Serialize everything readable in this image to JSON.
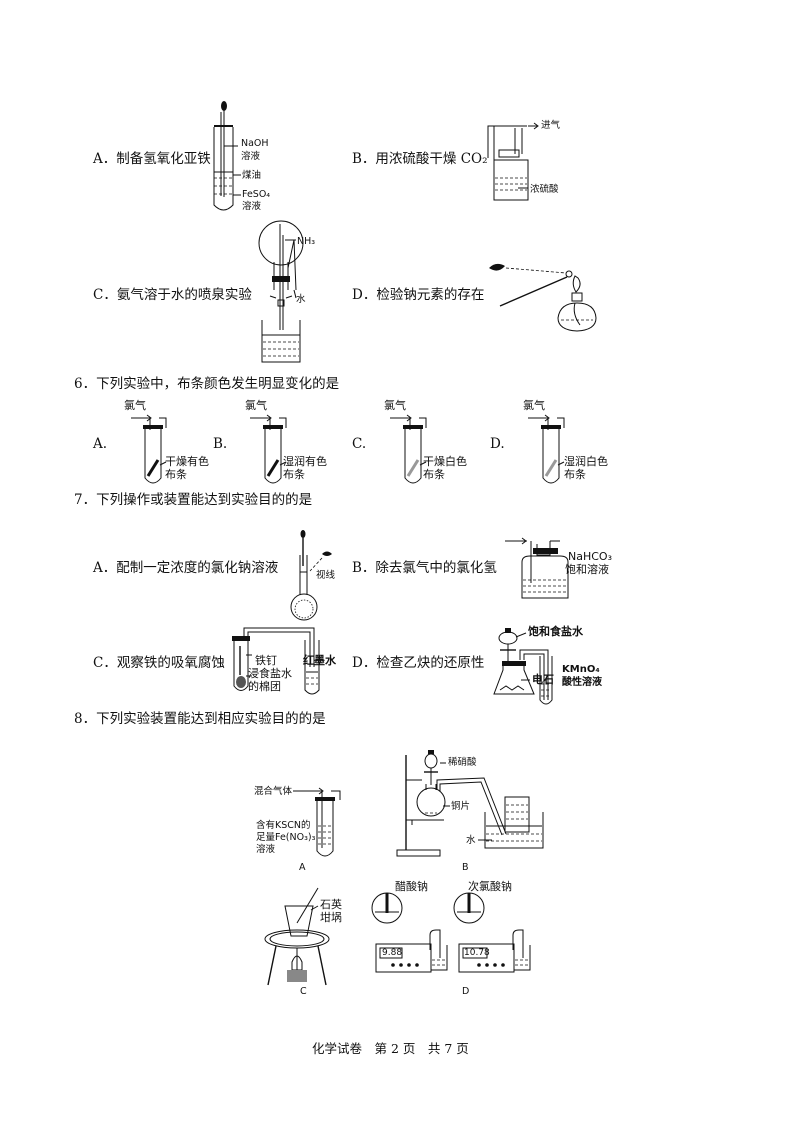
{
  "q5": {
    "A": {
      "text": "A．制备氢氧化亚铁",
      "lab1": "NaOH",
      "lab2": "溶液",
      "lab3": "煤油",
      "lab4": "FeSO₄",
      "lab5": "溶液"
    },
    "B": {
      "text": "B．用浓硫酸干燥 CO₂",
      "lab1": "进气",
      "lab2": "浓硫酸"
    },
    "C": {
      "text": "C．氨气溶于水的喷泉实验",
      "lab1": "NH₃",
      "lab2": "水"
    },
    "D": {
      "text": "D．检验钠元素的存在"
    }
  },
  "q6": {
    "stem": "6．下列实验中，布条颜色发生明显变化的是",
    "options": [
      {
        "letter": "A.",
        "gas": "氯气",
        "l1": "干燥有色",
        "l2": "布条"
      },
      {
        "letter": "B.",
        "gas": "氯气",
        "l1": "湿润有色",
        "l2": "布条"
      },
      {
        "letter": "C.",
        "gas": "氯气",
        "l1": "干燥白色",
        "l2": "布条"
      },
      {
        "letter": "D.",
        "gas": "氯气",
        "l1": "湿润白色",
        "l2": "布条"
      }
    ]
  },
  "q7": {
    "stem": "7．下列操作或装置能达到实验目的的是",
    "A": {
      "text": "A．配制一定浓度的氯化钠溶液",
      "lab1": "视线"
    },
    "B": {
      "text": "B．除去氯气中的氯化氢",
      "lab1": "NaHCO₃",
      "lab2": "饱和溶液"
    },
    "C": {
      "text": "C．观察铁的吸氧腐蚀",
      "lab1": "铁钉",
      "lab2": "浸食盐水",
      "lab3": "的棉团",
      "lab4": "红墨水"
    },
    "D": {
      "text": "D．检查乙炔的还原性",
      "lab1": "饱和食盐水",
      "lab2": "电石",
      "lab3": "KMnO₄",
      "lab4": "酸性溶液"
    }
  },
  "q8": {
    "stem": "8．下列实验装置能达到相应实验目的的是",
    "A": {
      "cap": "A",
      "lab1": "混合气体",
      "lab2": "含有KSCN的",
      "lab3": "足量Fe(NO₃)₃",
      "lab4": "溶液"
    },
    "B": {
      "cap": "B",
      "lab1": "稀硝酸",
      "lab2": "铜片",
      "lab3": "水"
    },
    "C": {
      "cap": "C",
      "lab1": "石英",
      "lab2": "坩埚"
    },
    "D": {
      "cap": "D",
      "lab1": "醋酸钠",
      "lab2": "次氯酸钠",
      "val1": "9.88",
      "val2": "10.78"
    }
  },
  "footer": "化学试卷　第 2 页　共 7 页"
}
